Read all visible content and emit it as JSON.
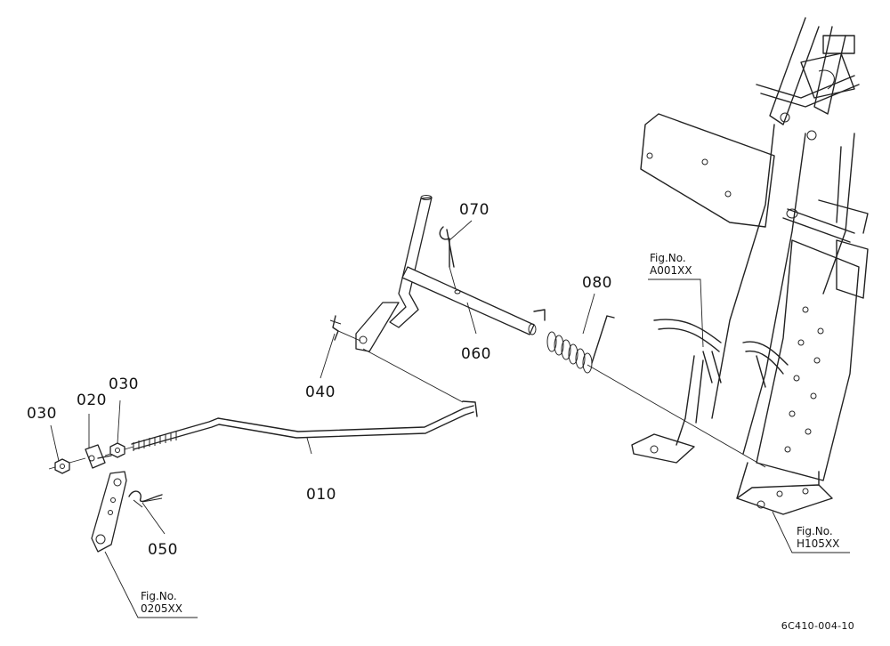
{
  "callouts": [
    {
      "id": "010",
      "text": "010"
    },
    {
      "id": "020",
      "text": "020"
    },
    {
      "id": "030a",
      "text": "030"
    },
    {
      "id": "030b",
      "text": "030"
    },
    {
      "id": "040",
      "text": "040"
    },
    {
      "id": "050",
      "text": "050"
    },
    {
      "id": "060",
      "text": "060"
    },
    {
      "id": "070",
      "text": "070"
    },
    {
      "id": "080",
      "text": "080"
    }
  ],
  "figure_refs": [
    {
      "id": "a001",
      "title": "Fig.No.",
      "code": "A001XX"
    },
    {
      "id": "h105",
      "title": "Fig.No.",
      "code": "H105XX"
    },
    {
      "id": "o205",
      "title": "Fig.No.",
      "code": "0205XX"
    }
  ],
  "drawing_code": "6C410-004-10"
}
